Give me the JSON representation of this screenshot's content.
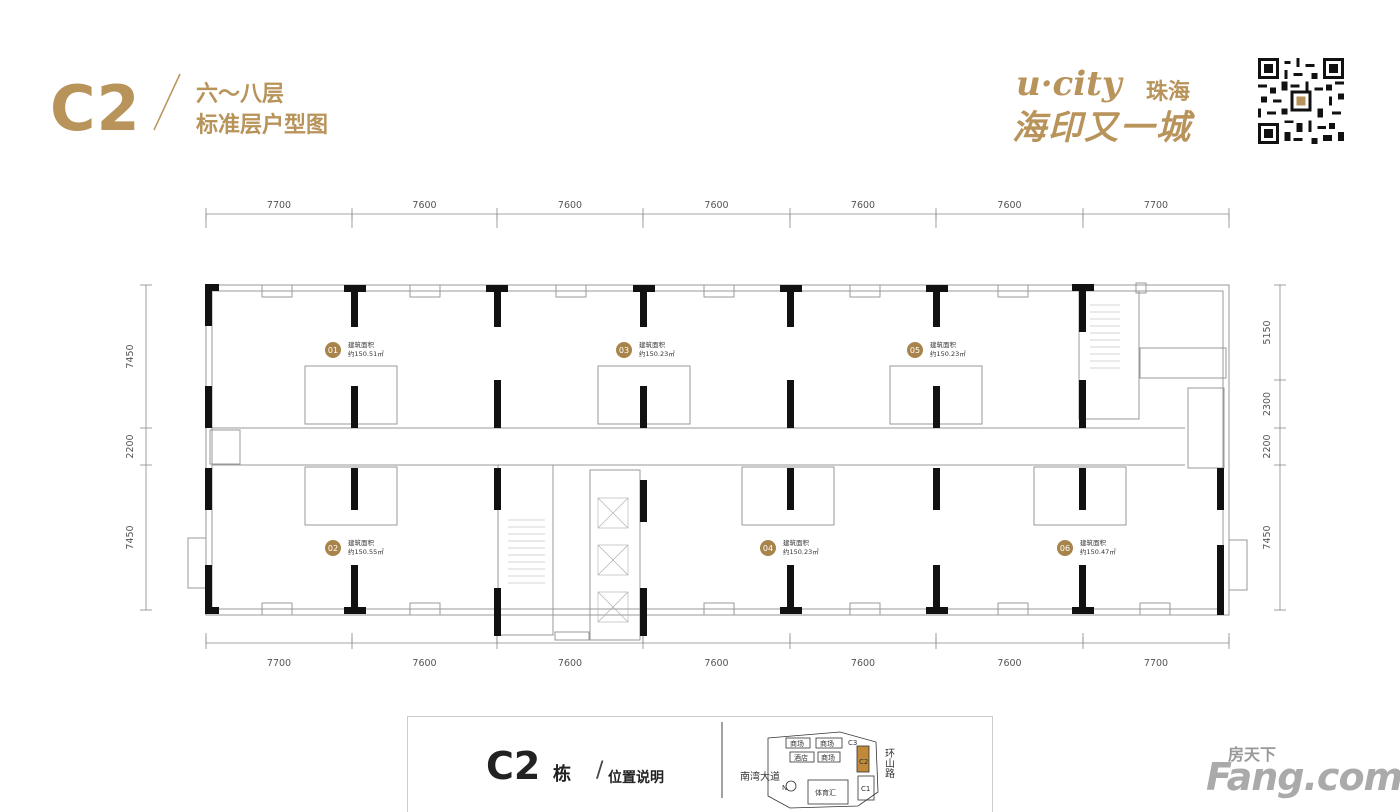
{
  "header": {
    "building": "C2",
    "title_line1": "六～八层",
    "title_line2": "标准层户型图"
  },
  "brand": {
    "logo_text": "u·city",
    "city": "珠海",
    "name": "海印又一城"
  },
  "dimensions": {
    "top": [
      "7700",
      "7600",
      "7600",
      "7600",
      "7600",
      "7600",
      "7700"
    ],
    "bottom": [
      "7700",
      "7600",
      "7600",
      "7600",
      "7600",
      "7600",
      "7700"
    ],
    "left": [
      "7450",
      "2200",
      "7450"
    ],
    "right": [
      "5150",
      "2300",
      "2200",
      "7450"
    ]
  },
  "units": [
    {
      "no": "01",
      "label": "建筑面积",
      "area": "约150.51㎡"
    },
    {
      "no": "03",
      "label": "建筑面积",
      "area": "约150.23㎡"
    },
    {
      "no": "05",
      "label": "建筑面积",
      "area": "约150.23㎡"
    },
    {
      "no": "02",
      "label": "建筑面积",
      "area": "约150.55㎡"
    },
    {
      "no": "04",
      "label": "建筑面积",
      "area": "约150.23㎡"
    },
    {
      "no": "06",
      "label": "建筑面积",
      "area": "约150.47㎡"
    }
  ],
  "location": {
    "building": "C2",
    "suffix": "栋",
    "label": "位置说明",
    "site_plan": {
      "labels": [
        "商场",
        "商场",
        "酒店",
        "商场",
        "C3",
        "C2",
        "C1",
        "体育汇",
        "N"
      ],
      "road_south": "南湾大道",
      "road_east": "环山路"
    }
  },
  "watermark": {
    "top": "房天下",
    "main": "Fang.com"
  },
  "colors": {
    "accent": "#b8935a",
    "wall": "#111111",
    "unit_badge": "#a8834a"
  }
}
